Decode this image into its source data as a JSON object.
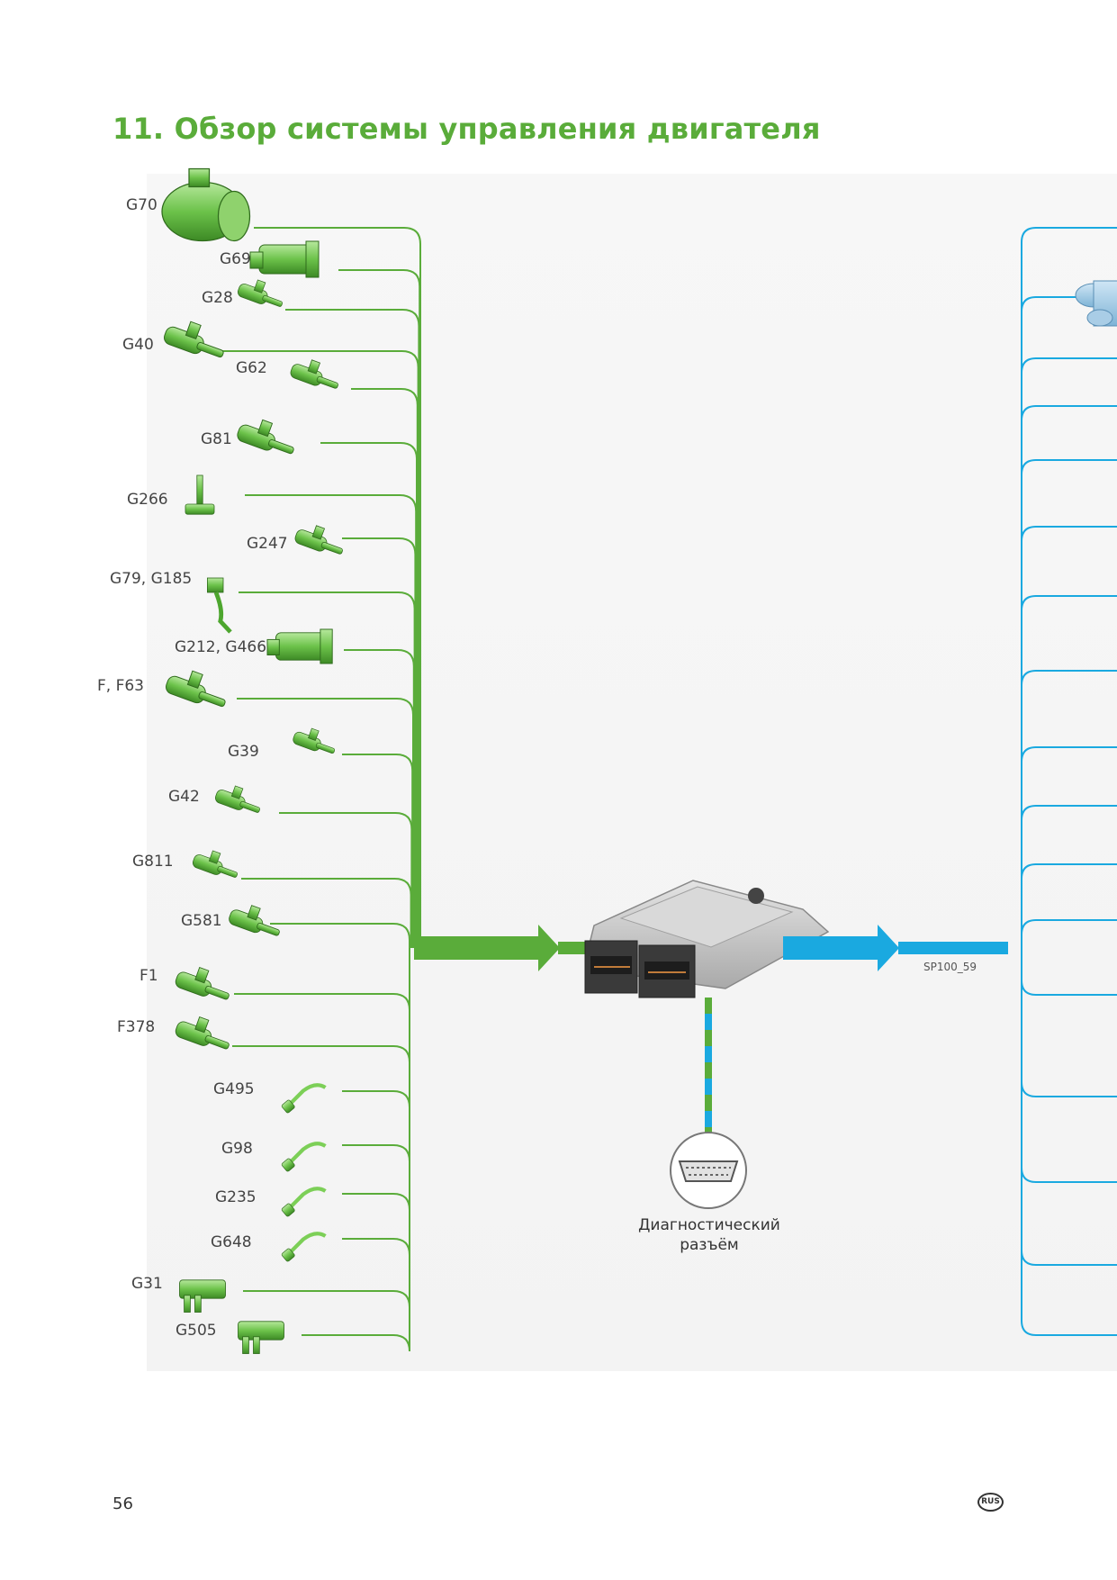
{
  "title": "11.  Обзор системы управления двигателя",
  "sensors": [
    {
      "label": "G70",
      "part": "mass-air-flow-meter"
    },
    {
      "label": "G69",
      "part": "throttle-valve-module"
    },
    {
      "label": "G28",
      "part": "engine-speed-sender"
    },
    {
      "label": "G40",
      "part": "hall-sender"
    },
    {
      "label": "G62",
      "part": "coolant-temperature-sender"
    },
    {
      "label": "G81",
      "part": "fuel-temperature-sender"
    },
    {
      "label": "G266",
      "part": "oil-level-temperature-sender"
    },
    {
      "label": "G247",
      "part": "fuel-pressure-sender"
    },
    {
      "label": "G79, G185",
      "part": "accelerator-pedal-position-sender"
    },
    {
      "label": "G212, G466",
      "part": "exhaust-gas-recirculation-potentiometer"
    },
    {
      "label": "F, F63",
      "part": "brake-light-switch"
    },
    {
      "label": "G39",
      "part": "lambda-probe"
    },
    {
      "label": "G42",
      "part": "intake-air-temperature-sender"
    },
    {
      "label": "G811",
      "part": "exhaust-gas-recirculation-cooler-temperature-sender"
    },
    {
      "label": "G581",
      "part": "charge-pressure-positioner"
    },
    {
      "label": "F1",
      "part": "oil-pressure-switch"
    },
    {
      "label": "F378",
      "part": "oil-pressure-switch-reduced"
    },
    {
      "label": "G495",
      "part": "exhaust-gas-temperature-sender"
    },
    {
      "label": "G98",
      "part": "exhaust-gas-temperature-sender"
    },
    {
      "label": "G235",
      "part": "exhaust-gas-temperature-sender"
    },
    {
      "label": "G648",
      "part": "exhaust-gas-temperature-sender"
    },
    {
      "label": "G31",
      "part": "charge-pressure-sender"
    },
    {
      "label": "G505",
      "part": "exhaust-gas-pressure-sensor"
    }
  ],
  "image_id": "SP100_59",
  "diagnostic_label_line1": "Диагностический",
  "diagnostic_label_line2": "разъём",
  "page_number": "56",
  "lang_badge": "RUS",
  "colors": {
    "input_green": "#5aac3a",
    "output_blue": "#1aa9e0",
    "title_green": "#5aac3a",
    "component_green": "#6cc24a"
  }
}
